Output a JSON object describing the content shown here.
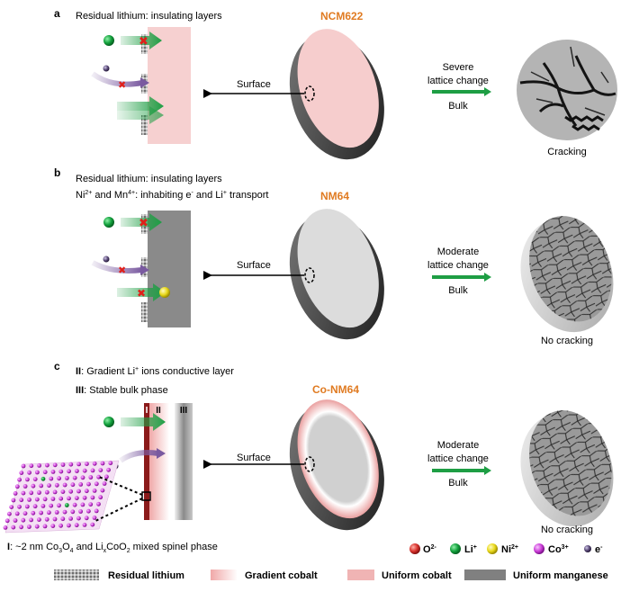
{
  "panel_a": {
    "letter": "a",
    "caption": "Residual lithium: insulating layers",
    "material": "NCM622",
    "surface": "Surface",
    "process_line1": "Severe",
    "process_line2": "lattice change",
    "bulk": "Bulk",
    "outcome": "Cracking"
  },
  "panel_b": {
    "letter": "b",
    "caption": "Residual lithium: insulating layers",
    "caption2_ni": "Ni",
    "caption2_ni_sup": "2+",
    "caption2_and": " and Mn",
    "caption2_mn_sup": "4+",
    "caption2_mid": ": inhabiting e",
    "caption2_e_sup": "-",
    "caption2_and2": " and Li",
    "caption2_li_sup": "+",
    "caption2_end": " transport",
    "material": "NM64",
    "surface": "Surface",
    "process_line1": "Moderate",
    "process_line2": "lattice change",
    "bulk": "Bulk",
    "outcome": "No cracking"
  },
  "panel_c": {
    "letter": "c",
    "line1_bold": "II",
    "line1_a": ": Gradient Li",
    "line1_sup": "+",
    "line1_b": " ions conductive layer",
    "line2_bold": "III",
    "line2_rest": ": Stable bulk phase",
    "material": "Co-NM64",
    "surface": "Surface",
    "process_line1": "Moderate",
    "process_line2": "lattice change",
    "bulk": "Bulk",
    "outcome": "No cracking",
    "layer_I": "I",
    "layer_II": "II",
    "layer_III": "III",
    "bottom_bold": "I",
    "bottom_a": ": ~2 nm Co",
    "bottom_sub1": "3",
    "bottom_b": "O",
    "bottom_sub2": "4",
    "bottom_c": " and Li",
    "bottom_sub3": "x",
    "bottom_d": "CoO",
    "bottom_sub4": "2",
    "bottom_e": " mixed spinel phase"
  },
  "ion_legend": [
    {
      "label": "O",
      "sup": "2-",
      "color": "#d8322c"
    },
    {
      "label": "Li",
      "sup": "+",
      "color": "#12a03c"
    },
    {
      "label": "Ni",
      "sup": "2+",
      "color": "#e8d81a"
    },
    {
      "label": "Co",
      "sup": "3+",
      "color": "#cc3fd8"
    },
    {
      "label": "e",
      "sup": "-",
      "color": "#5a4a78"
    }
  ],
  "layer_legend": [
    {
      "label": "Residual lithium",
      "color": "#a0a0a0"
    },
    {
      "label": "Gradient cobalt",
      "color": "#f2b8b8"
    },
    {
      "label": "Uniform cobalt",
      "color": "#f0b4b4"
    },
    {
      "label": "Uniform manganese",
      "color": "#808080"
    }
  ],
  "colors": {
    "accent_orange": "#e07b22",
    "arrow_green": "#1e9e44",
    "cobalt_pink": "#f4c8c8",
    "manganese_grey": "#8a8a8a",
    "cross_red": "#e0201a"
  }
}
